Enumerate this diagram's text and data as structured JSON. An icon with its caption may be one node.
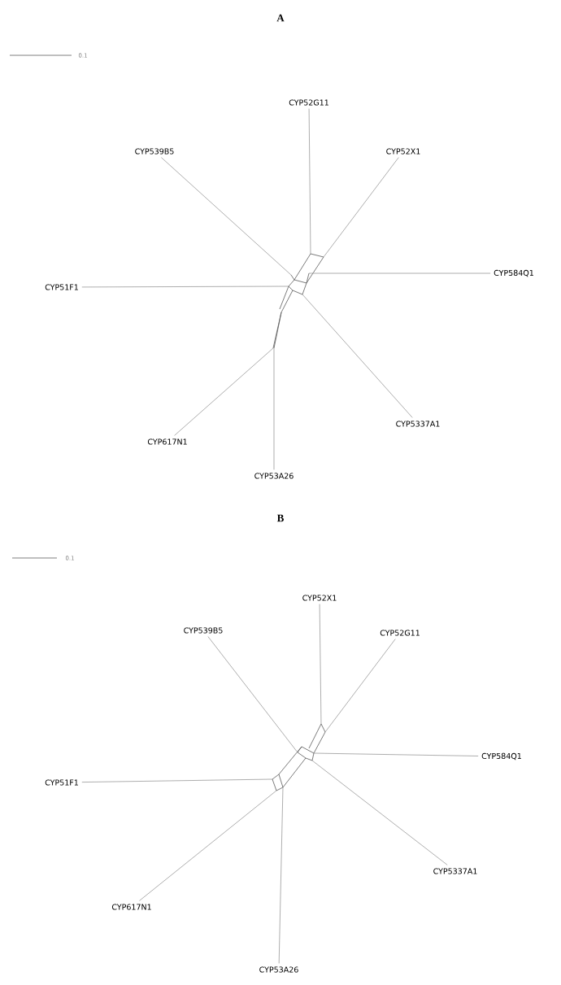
{
  "diagram": {
    "nodes": [
      {
        "text": [
          "A"
        ]
      },
      {
        "text": [
          "CYP52G11"
        ]
      },
      {
        "text": [
          "CYP52X1"
        ]
      },
      {
        "text": [
          "CYP539B5"
        ]
      },
      {
        "text": [
          "CYP584Q1"
        ]
      },
      {
        "text": [
          "CYP51F1"
        ]
      },
      {
        "text": [
          "CYP5337A1"
        ]
      },
      {
        "text": [
          "CYP617N1"
        ]
      },
      {
        "text": [
          "CYP53A26"
        ]
      },
      {
        "text": [
          "B"
        ]
      },
      {
        "text": [
          "CYP52X1"
        ]
      },
      {
        "text": [
          "CYP52G11"
        ]
      },
      {
        "text": [
          "CYP539B5"
        ]
      },
      {
        "text": [
          "CYP584Q1"
        ]
      },
      {
        "text": [
          "CYP51F1"
        ]
      },
      {
        "text": [
          "CYP5337A1"
        ]
      },
      {
        "text": [
          "CYP617N1"
        ]
      },
      {
        "text": [
          "CYP53A26"
        ]
      },
      {
        "text": [],
        "shape": "network"
      },
      {
        "text": [],
        "shape": "network"
      }
    ],
    "edges": [
      {
        "from": 18,
        "to": 1,
        "arrow": "none"
      },
      {
        "from": 18,
        "to": 2,
        "arrow": "none"
      },
      {
        "from": 18,
        "to": 3,
        "arrow": "none"
      },
      {
        "from": 18,
        "to": 4,
        "arrow": "none"
      },
      {
        "from": 18,
        "to": 5,
        "arrow": "none"
      },
      {
        "from": 18,
        "to": 6,
        "arrow": "none"
      },
      {
        "from": 18,
        "to": 7,
        "arrow": "none"
      },
      {
        "from": 18,
        "to": 8,
        "arrow": "none"
      },
      {
        "from": 19,
        "to": 10,
        "arrow": "none"
      },
      {
        "from": 19,
        "to": 11,
        "arrow": "none"
      },
      {
        "from": 19,
        "to": 12,
        "arrow": "none"
      },
      {
        "from": 19,
        "to": 13,
        "arrow": "none"
      },
      {
        "from": 19,
        "to": 14,
        "arrow": "none"
      },
      {
        "from": 19,
        "to": 15,
        "arrow": "none"
      },
      {
        "from": 19,
        "to": 16,
        "arrow": "none"
      },
      {
        "from": 19,
        "to": 17,
        "arrow": "none"
      }
    ],
    "labels": [
      "0.1",
      "0.1"
    ]
  }
}
